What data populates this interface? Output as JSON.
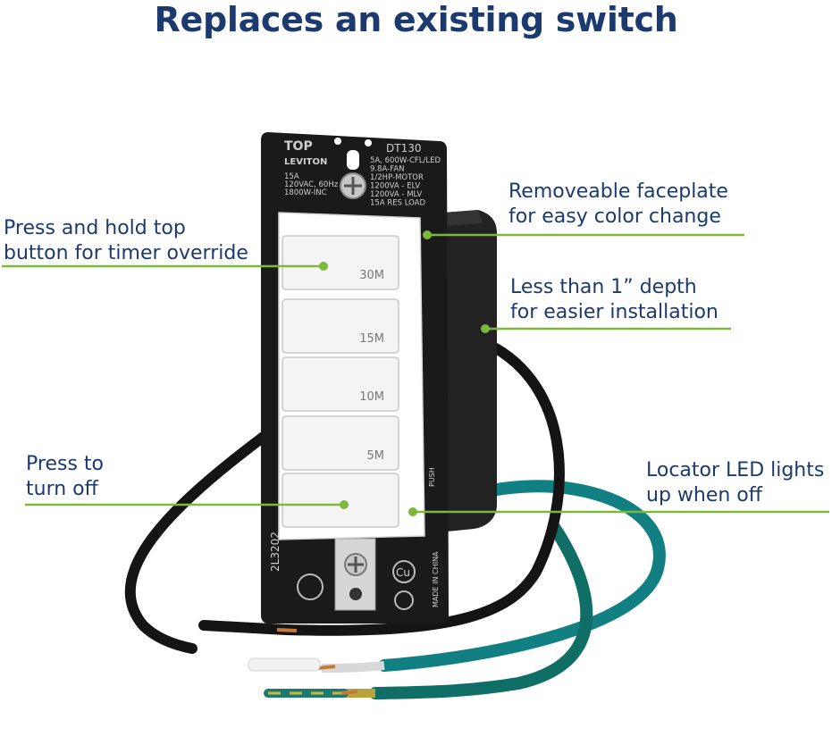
{
  "title": "Replaces an existing switch",
  "callouts": {
    "timer_override": {
      "line1": "Press and hold top",
      "line2": "button for timer override"
    },
    "turn_off": {
      "line1": "Press to",
      "line2": "turn off"
    },
    "faceplate": {
      "line1": "Removeable faceplate",
      "line2": "for easy color change"
    },
    "depth": {
      "line1": "Less than 1” depth",
      "line2": "for easier installation"
    },
    "locator_led": {
      "line1": "Locator LED lights",
      "line2": "up when off"
    }
  },
  "buttons": [
    "30M",
    "15M",
    "10M",
    "5M",
    ""
  ],
  "plate": {
    "top_label": "TOP",
    "brand": "LEVITON",
    "model": "DT130",
    "left_specs": [
      "15A",
      "120VAC, 60Hz",
      "1800W-INC"
    ],
    "right_specs": [
      "5A, 600W-CFL/LED",
      "9.8A-FAN",
      "1/2HP-MOTOR",
      "1200VA - ELV",
      "1200VA - MLV",
      "15A RES LOAD"
    ],
    "bottom_code": "2L3202",
    "cu_mark": "Cu",
    "made_in": "MADE IN CHINA",
    "push_label": "PUSH"
  },
  "colors": {
    "title": "#1c3a6e",
    "callout_text": "#1c3a6e",
    "leader_line": "#7cb93a",
    "plate": "#1a1a1a",
    "buttons": "#f4f4f4",
    "wire_green": "#127f82",
    "wire_black": "#141414"
  }
}
